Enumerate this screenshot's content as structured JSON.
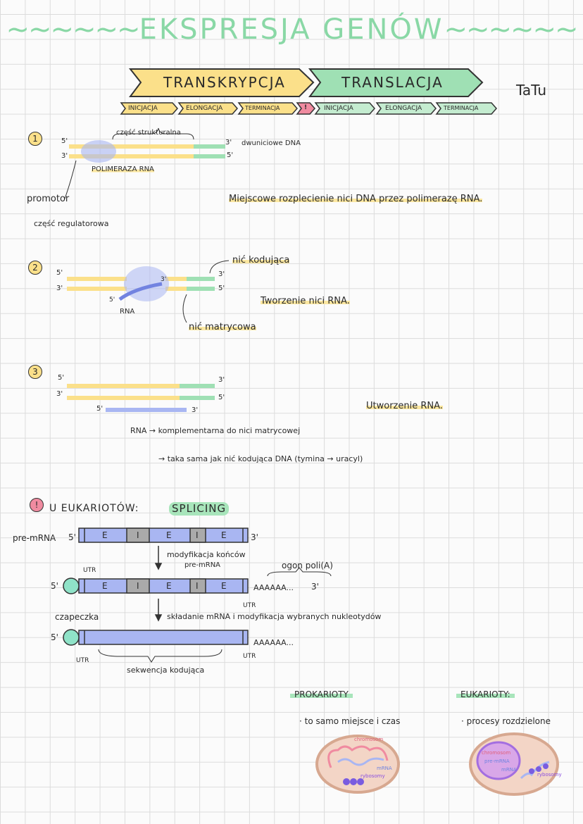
{
  "title": "EKSPRESJA GENÓW",
  "author": "TaTu",
  "stages": {
    "transcription": "TRANSKRYPCJA",
    "translation": "TRANSLACJA",
    "transcription_steps": [
      "INICJACJA",
      "ELONGACJA",
      "TERMINACJA"
    ],
    "separator": "!",
    "translation_steps": [
      "INICJACJA",
      "ELONGACJA",
      "TERMINACJA"
    ]
  },
  "step1": {
    "number": "1",
    "structural": "część strukturalna",
    "end5": "5'",
    "end3": "3'",
    "ds_dna": "dwuniciowe DNA",
    "polymerase": "POLIMERAZA RNA",
    "promoter": "promotor",
    "regulatory": "część regulatorowa",
    "note": "Miejscowe rozplecienie nici DNA przez polimerazę RNA."
  },
  "step2": {
    "number": "2",
    "end5": "5'",
    "end3": "3'",
    "coding": "nić kodująca",
    "template": "nić matrycowa",
    "rna": "RNA",
    "note": "Tworzenie nici RNA."
  },
  "step3": {
    "number": "3",
    "end5": "5'",
    "end3": "3'",
    "note": "Utworzenie RNA.",
    "line1": "RNA → komplementarna do nici matrycowej",
    "line2": "→ taka sama jak nić kodująca DNA  (tymina → uracyl)"
  },
  "splicing": {
    "mark": "!",
    "heading": "U EUKARIOTÓW:",
    "title": "SPLICING",
    "pre_mrna": "pre-mRNA",
    "end5": "5'",
    "end3": "3'",
    "segments": [
      "E",
      "I",
      "E",
      "I",
      "E"
    ],
    "step_a": "modyfikacja końców",
    "step_a2": "pre-mRNA",
    "tail": "ogon poli(A)",
    "polya": "AAAAAA...",
    "utr": "UTR",
    "cap": "czapeczka",
    "step_b": "składanie mRNA  i  modyfikacja wybranych nukleotydów",
    "coding_seq": "sekwencja kodująca"
  },
  "compare": {
    "prokaryotes": {
      "title": "PROKARIOTY",
      "point": "· to samo miejsce i czas",
      "labels": [
        "chromosom",
        "mRNA",
        "rybosomy"
      ]
    },
    "eukaryotes": {
      "title": "EUKARIOTY:",
      "point": "· procesy rozdzielone",
      "labels": [
        "chromosom",
        "pre-mRNA",
        "mRNA",
        "rybosomy"
      ]
    }
  },
  "colors": {
    "yellow": "#fbe08a",
    "green": "#9fe0b4",
    "blue": "#a9b6f2",
    "pink": "#f08ba0",
    "cell": "#f3d5c6"
  }
}
